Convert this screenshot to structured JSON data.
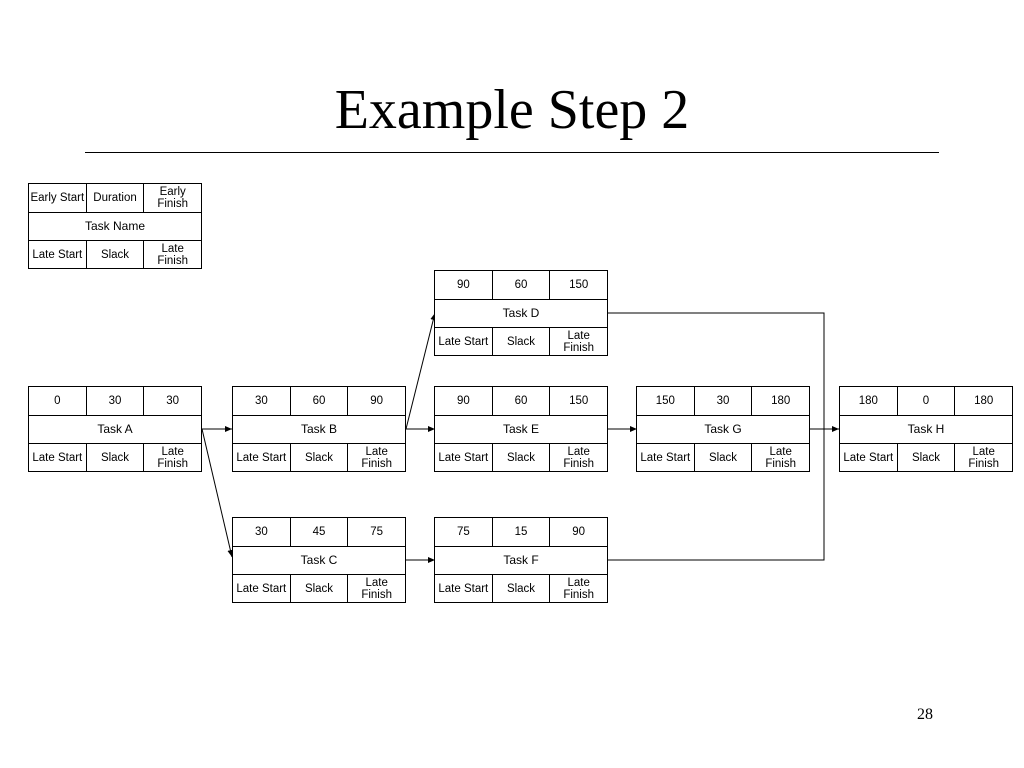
{
  "slide": {
    "title": "Example Step 2",
    "page_number": "28"
  },
  "legend": {
    "early_start": "Early Start",
    "duration": "Duration",
    "early_finish": "Early\nFinish",
    "task_name": "Task Name",
    "late_start": "Late Start",
    "slack": "Slack",
    "late_finish": "Late\nFinish"
  },
  "tasks": [
    {
      "id": "a",
      "name": "Task A",
      "early_start": "0",
      "duration": "30",
      "early_finish": "30",
      "late_start": "Late Start",
      "slack": "Slack",
      "late_finish": "Late\nFinish"
    },
    {
      "id": "b",
      "name": "Task B",
      "early_start": "30",
      "duration": "60",
      "early_finish": "90",
      "late_start": "Late Start",
      "slack": "Slack",
      "late_finish": "Late\nFinish"
    },
    {
      "id": "c",
      "name": "Task C",
      "early_start": "30",
      "duration": "45",
      "early_finish": "75",
      "late_start": "Late Start",
      "slack": "Slack",
      "late_finish": "Late\nFinish"
    },
    {
      "id": "d",
      "name": "Task D",
      "early_start": "90",
      "duration": "60",
      "early_finish": "150",
      "late_start": "Late Start",
      "slack": "Slack",
      "late_finish": "Late\nFinish"
    },
    {
      "id": "e",
      "name": "Task E",
      "early_start": "90",
      "duration": "60",
      "early_finish": "150",
      "late_start": "Late Start",
      "slack": "Slack",
      "late_finish": "Late\nFinish"
    },
    {
      "id": "f",
      "name": "Task F",
      "early_start": "75",
      "duration": "15",
      "early_finish": "90",
      "late_start": "Late Start",
      "slack": "Slack",
      "late_finish": "Late\nFinish"
    },
    {
      "id": "g",
      "name": "Task G",
      "early_start": "150",
      "duration": "30",
      "early_finish": "180",
      "late_start": "Late Start",
      "slack": "Slack",
      "late_finish": "Late\nFinish"
    },
    {
      "id": "h",
      "name": "Task H",
      "early_start": "180",
      "duration": "0",
      "early_finish": "180",
      "late_start": "Late Start",
      "slack": "Slack",
      "late_finish": "Late\nFinish"
    }
  ],
  "dependencies": [
    {
      "from": "Task A",
      "to": "Task B"
    },
    {
      "from": "Task A",
      "to": "Task C"
    },
    {
      "from": "Task B",
      "to": "Task D"
    },
    {
      "from": "Task B",
      "to": "Task E"
    },
    {
      "from": "Task C",
      "to": "Task F"
    },
    {
      "from": "Task E",
      "to": "Task G"
    },
    {
      "from": "Task D",
      "to": "Task H"
    },
    {
      "from": "Task G",
      "to": "Task H"
    },
    {
      "from": "Task F",
      "to": "Task H"
    }
  ]
}
